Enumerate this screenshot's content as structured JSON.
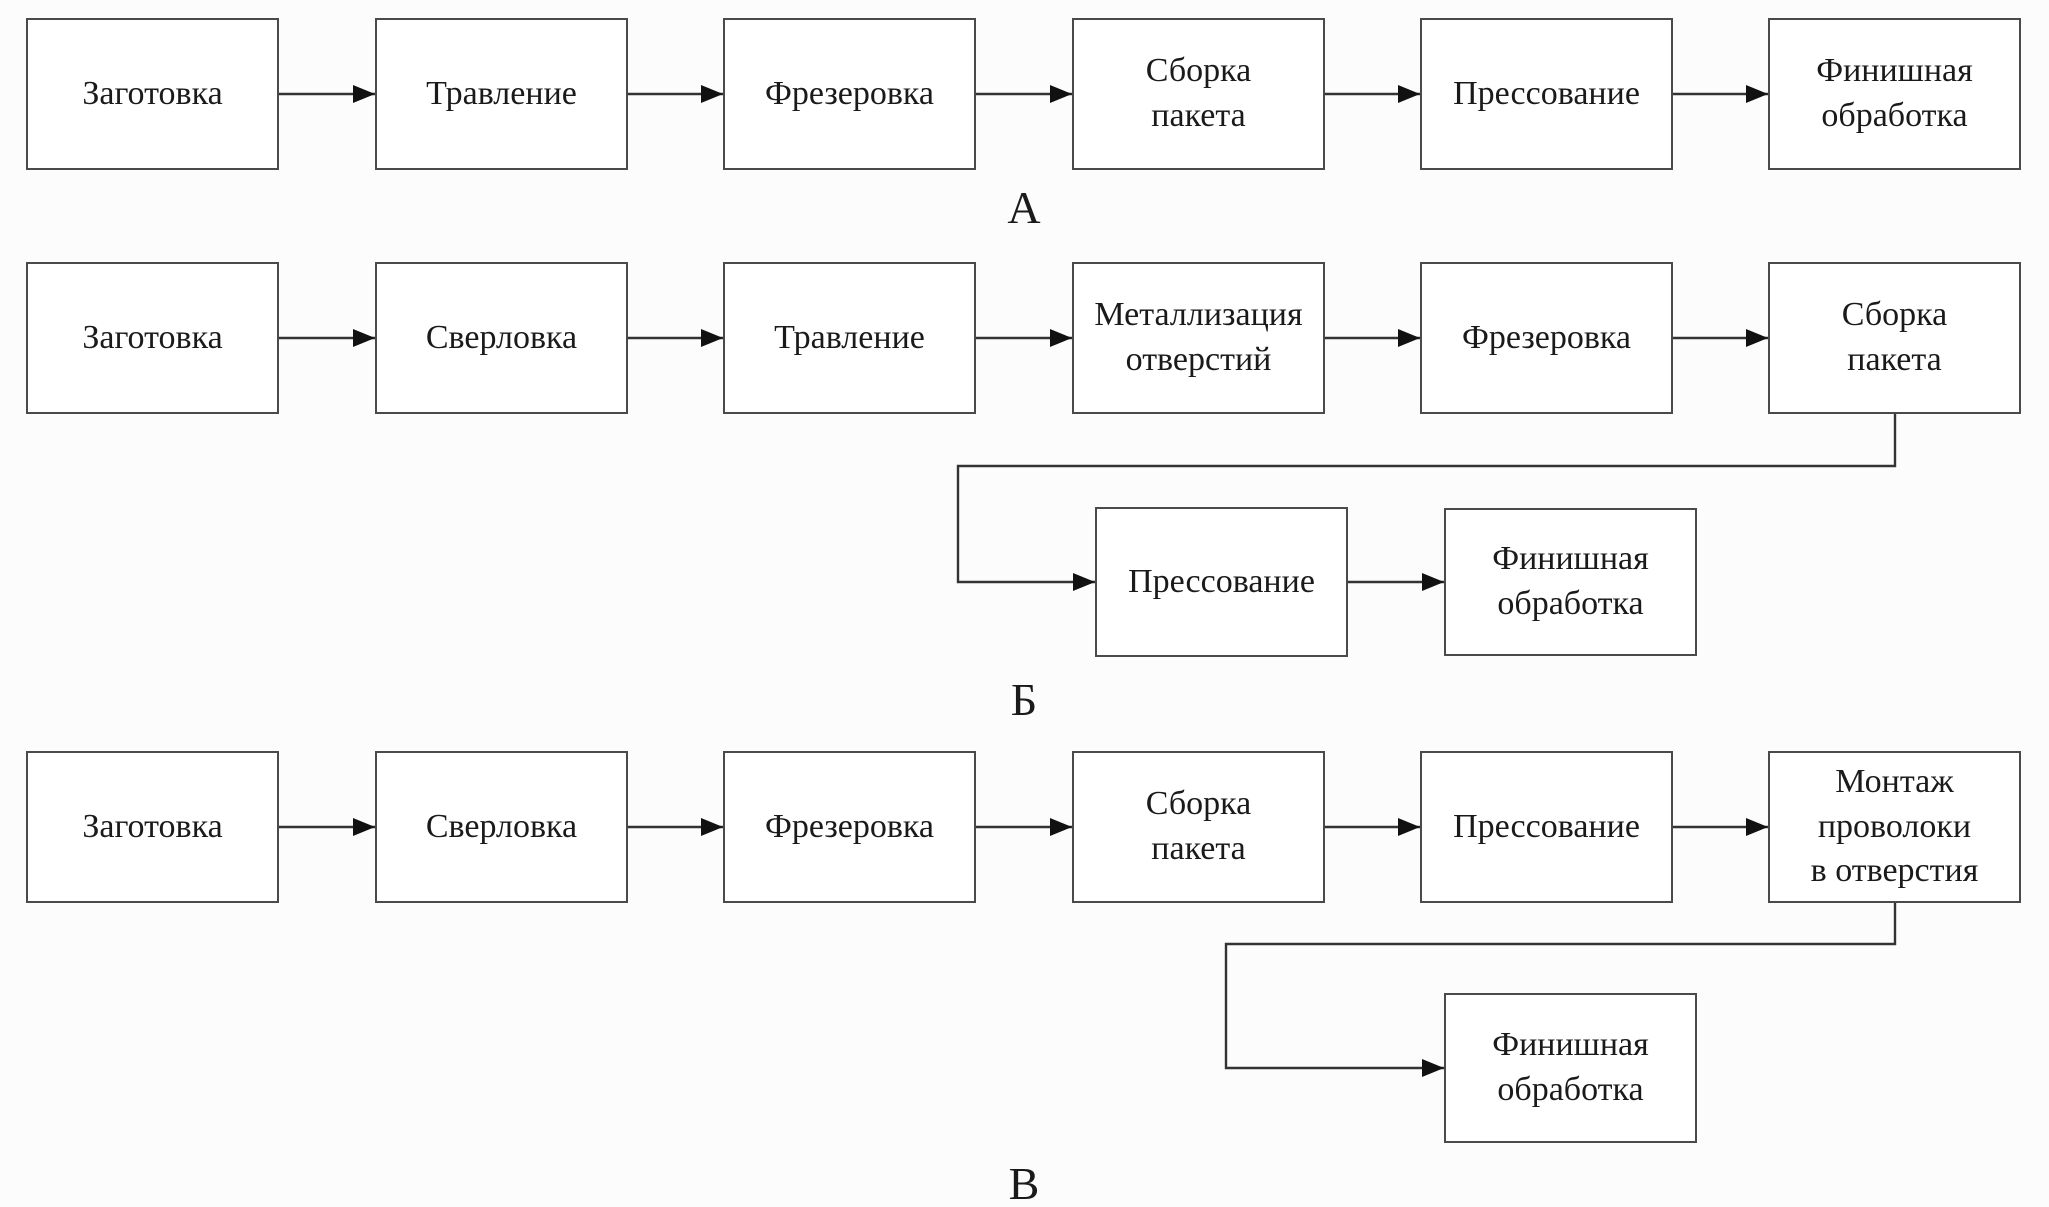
{
  "palette": {
    "background": "#fcfcfc",
    "box_fill": "#ffffff",
    "box_border": "#4a4a4a",
    "line": "#333333",
    "arrowhead": "#111111",
    "text": "#1a1a1a"
  },
  "diagrams": [
    {
      "label": "А",
      "boxes": [
        {
          "label": "Заготовка"
        },
        {
          "label": "Травление"
        },
        {
          "label": "Фрезеровка"
        },
        {
          "label": "Сборка\nпакета"
        },
        {
          "label": "Прессование"
        },
        {
          "label": "Финишная\nобработка"
        }
      ]
    },
    {
      "label": "Б",
      "boxes": [
        {
          "label": "Заготовка"
        },
        {
          "label": "Сверловка"
        },
        {
          "label": "Травление"
        },
        {
          "label": "Металлизация\nотверстий"
        },
        {
          "label": "Фрезеровка"
        },
        {
          "label": "Сборка\nпакета"
        },
        {
          "label": "Прессование"
        },
        {
          "label": "Финишная\nобработка"
        }
      ]
    },
    {
      "label": "В",
      "boxes": [
        {
          "label": "Заготовка"
        },
        {
          "label": "Сверловка"
        },
        {
          "label": "Фрезеровка"
        },
        {
          "label": "Сборка\nпакета"
        },
        {
          "label": "Прессование"
        },
        {
          "label": "Монтаж\nпроволоки\nв отверстия"
        },
        {
          "label": "Финишная\nобработка"
        }
      ]
    }
  ]
}
